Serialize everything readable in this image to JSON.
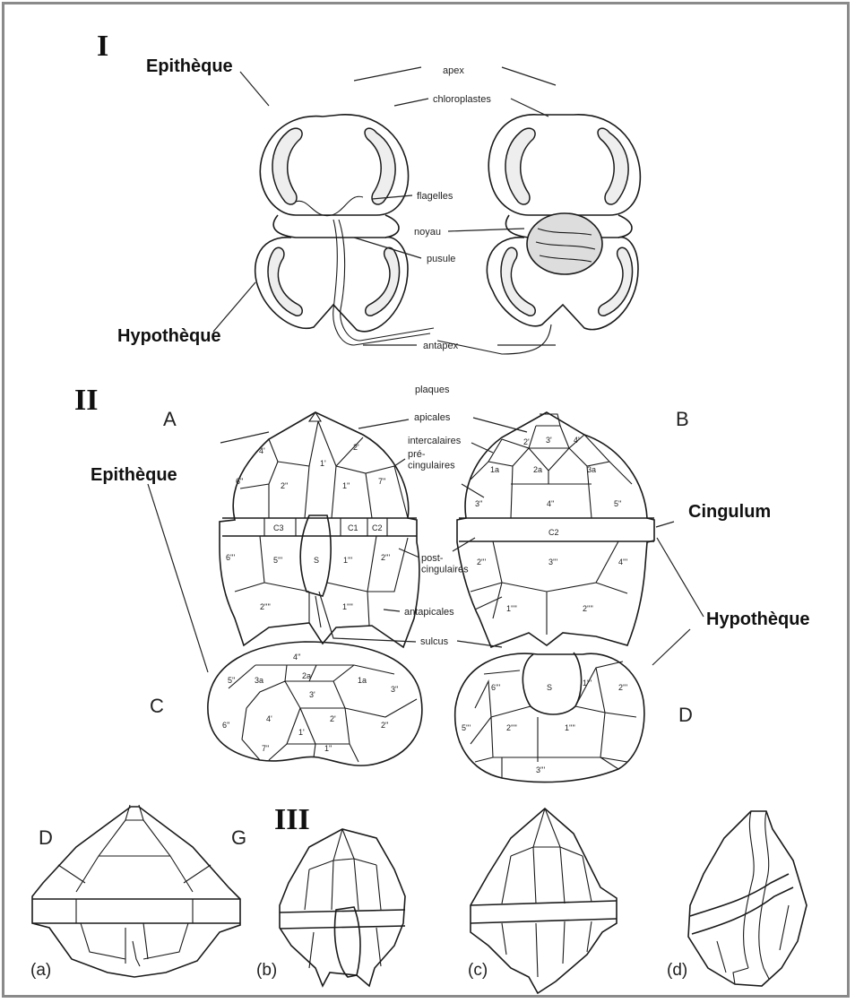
{
  "section1": {
    "numeral": "I",
    "epitheque": "Epithèque",
    "hypotheque": "Hypothèque",
    "apex": "apex",
    "chloroplastes": "chloroplastes",
    "flagelles": "flagelles",
    "noyau": "noyau",
    "pusule": "pusule",
    "antapex": "antapex"
  },
  "section2": {
    "numeral": "II",
    "panel_a": "A",
    "panel_b": "B",
    "panel_c": "C",
    "panel_d": "D",
    "epitheque": "Epithèque",
    "hypotheque": "Hypothèque",
    "cingulum": "Cingulum",
    "plaques": "plaques",
    "apicales": "apicales",
    "intercalaires": "intercalaires",
    "precingulaires": "pré-\ncingulaires",
    "postcingulaires": "post-\ncingulaires",
    "antapicales": "antapicales",
    "sulcus": "sulcus",
    "plates_a": [
      "4'",
      "2'",
      "1'",
      "6''",
      "2''",
      "1''",
      "7''",
      "C3",
      "C1",
      "C2",
      "6'''",
      "5'''",
      "S",
      "1'''",
      "2'''",
      "2''''",
      "1''''"
    ],
    "plates_b": [
      "2'",
      "3'",
      "4'",
      "1a",
      "2a",
      "3a",
      "3''",
      "4''",
      "5''",
      "C2",
      "2'''",
      "3'''",
      "4'''",
      "1''''",
      "2''''"
    ],
    "plates_c": [
      "4''",
      "5''",
      "3a",
      "2a",
      "1a",
      "3''",
      "3'",
      "4'",
      "2'",
      "6''",
      "2''",
      "7''",
      "1'",
      "1''"
    ],
    "plates_d": [
      "6'''",
      "S",
      "1'''",
      "2'''",
      "5'''",
      "2''''",
      "1''''",
      "3'''"
    ]
  },
  "section3": {
    "numeral": "III",
    "left_side": "D",
    "right_side": "G",
    "captions": [
      "(a)",
      "(b)",
      "(c)",
      "(d)"
    ]
  }
}
